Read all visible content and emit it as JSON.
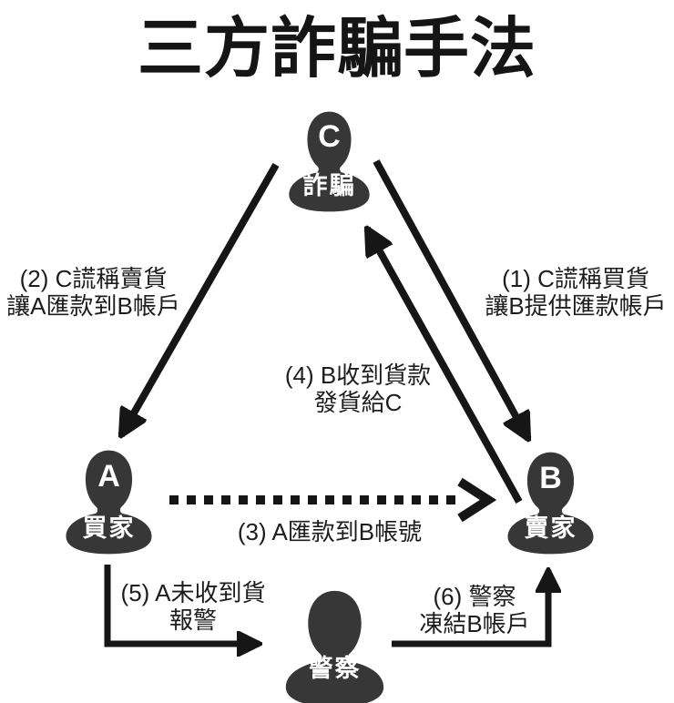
{
  "title": "三方詐騙手法",
  "colors": {
    "background": "#ffffff",
    "figure_fill": "#373737",
    "text": "#1c1c1c",
    "arrow": "#161616",
    "figure_text": "#ffffff"
  },
  "actors": {
    "fraudster": {
      "letter": "C",
      "role": "詐騙"
    },
    "buyer": {
      "letter": "A",
      "role": "買家"
    },
    "seller": {
      "letter": "B",
      "role": "賣家"
    },
    "police": {
      "letter": "",
      "role": "警察"
    }
  },
  "steps": {
    "s1": {
      "line1": "(1) C謊稱買貨",
      "line2": "讓B提供匯款帳戶"
    },
    "s2": {
      "line1": "(2) C謊稱賣貨",
      "line2": "讓A匯款到B帳戶"
    },
    "s3": {
      "line1": "(3) A匯款到B帳號"
    },
    "s4": {
      "line1": "(4) B收到貨款",
      "line2": "發貨給C"
    },
    "s5": {
      "line1": "(5) A未收到貨",
      "line2": "報警"
    },
    "s6": {
      "line1": "(6) 警察",
      "line2": "凍結B帳戶"
    }
  }
}
